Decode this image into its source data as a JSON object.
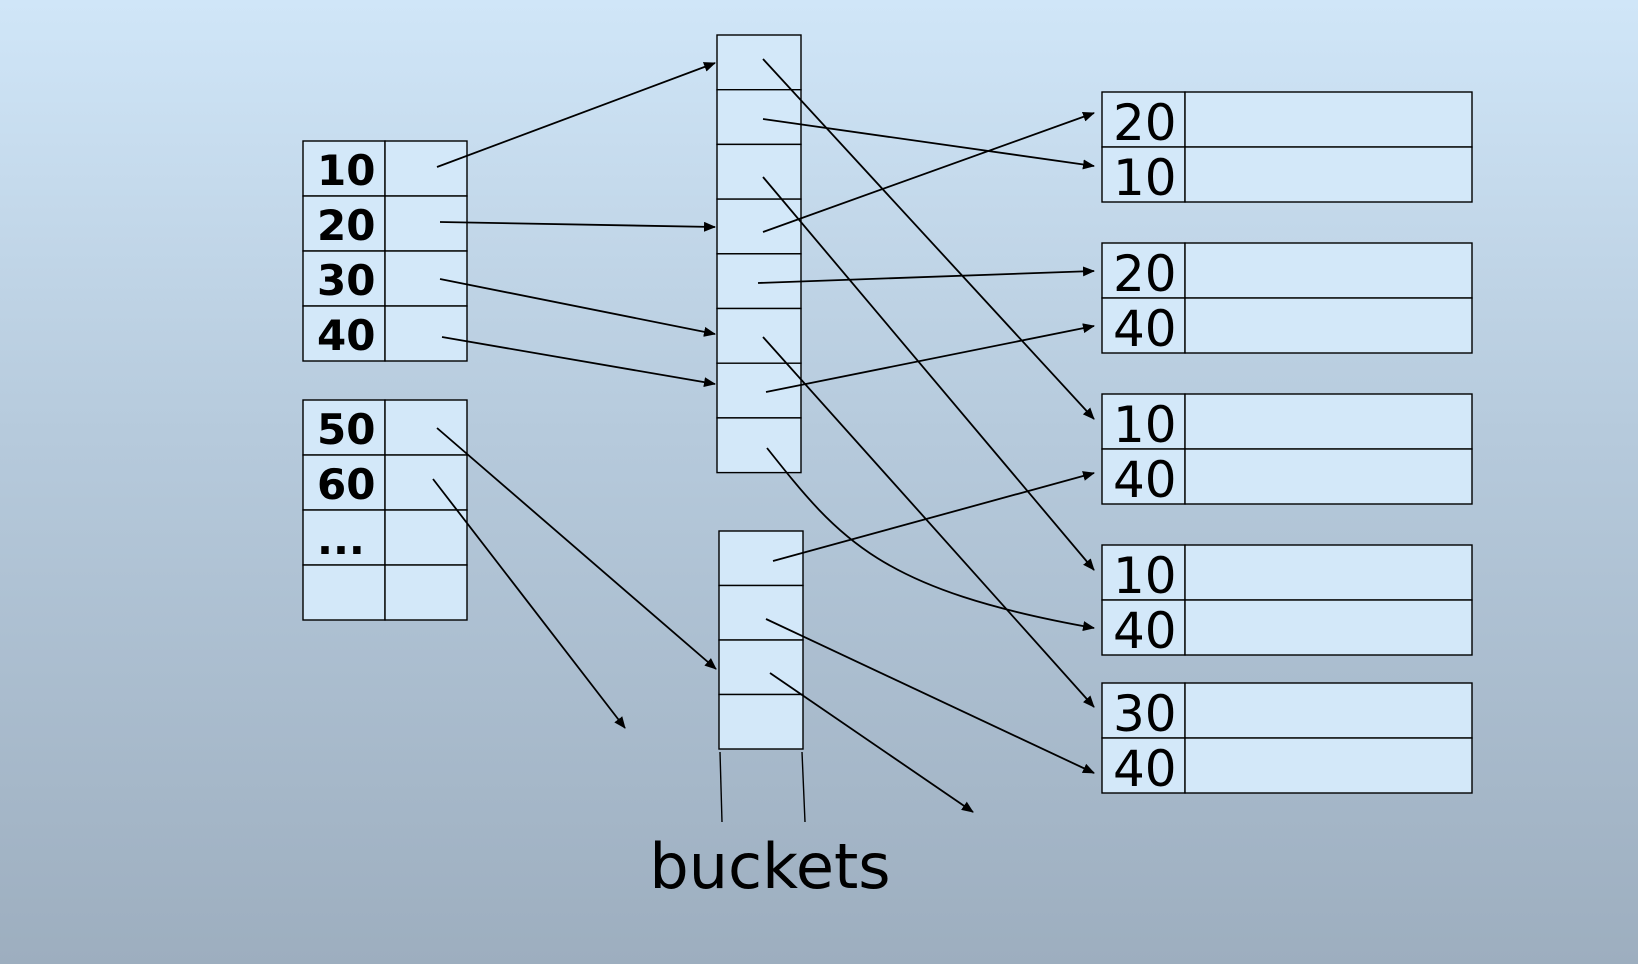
{
  "index_blocks": [
    {
      "keys": [
        "10",
        "20",
        "30",
        "40"
      ]
    },
    {
      "keys": [
        "50",
        "60",
        "...",
        ""
      ]
    }
  ],
  "bucket_blocks": [
    {
      "slots": 8
    },
    {
      "slots": 4
    }
  ],
  "record_blocks": [
    {
      "keys": [
        "20",
        "10"
      ]
    },
    {
      "keys": [
        "20",
        "40"
      ]
    },
    {
      "keys": [
        "10",
        "40"
      ]
    },
    {
      "keys": [
        "10",
        "40"
      ]
    },
    {
      "keys": [
        "30",
        "40"
      ]
    }
  ],
  "labels": {
    "buckets": "buckets"
  }
}
